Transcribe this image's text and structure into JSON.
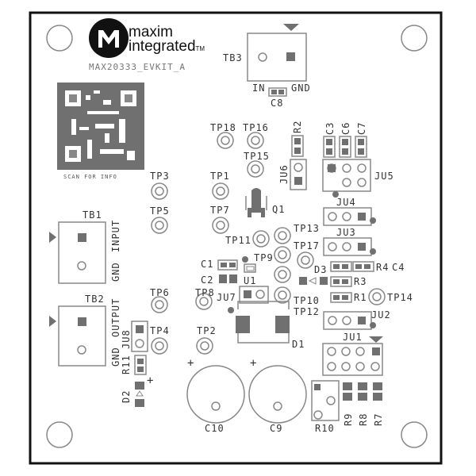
{
  "board": {
    "brand_line1": "maxim",
    "brand_line2": "integrated",
    "brand_tm": "TM",
    "board_name": "MAX20333_EVKIT_A",
    "qr_caption": "SCAN FOR INFO",
    "silk_color": "#888888",
    "pad_color": "#707070"
  },
  "labels": {
    "TB3": "TB3",
    "IN": "IN",
    "GND_TB3": "GND",
    "C8": "C8",
    "TP18": "TP18",
    "TP16": "TP16",
    "TP15": "TP15",
    "R2": "R2",
    "C3": "C3",
    "C6": "C6",
    "C7": "C7",
    "JU6": "JU6",
    "JU5": "JU5",
    "TP3": "TP3",
    "TP1": "TP1",
    "TP5": "TP5",
    "TP7": "TP7",
    "Q1": "Q1",
    "JU4": "JU4",
    "JU3": "JU3",
    "TB1": "TB1",
    "INPUT": "INPUT",
    "GND_TB1": "GND",
    "TP11": "TP11",
    "TP13": "TP13",
    "TP9": "TP9",
    "TP17": "TP17",
    "C1": "C1",
    "C2": "C2",
    "U1": "U1",
    "D3": "D3",
    "R4": "R4",
    "C4": "C4",
    "R3": "R3",
    "R1": "R1",
    "TP14": "TP14",
    "TP8": "TP8",
    "JU7": "JU7",
    "TP10": "TP10",
    "TP12": "TP12",
    "JU2": "JU2",
    "D1": "D1",
    "TB2": "TB2",
    "OUTPUT": "OUTPUT",
    "GND_TB2": "GND",
    "TP6": "TP6",
    "TP4": "TP4",
    "JU8": "JU8",
    "R11": "R11",
    "D2": "D2",
    "TP2": "TP2",
    "JU1": "JU1",
    "C10": "C10",
    "C9": "C9",
    "R10": "R10",
    "R9": "R9",
    "R8": "R8",
    "R7": "R7",
    "plus": "+"
  }
}
